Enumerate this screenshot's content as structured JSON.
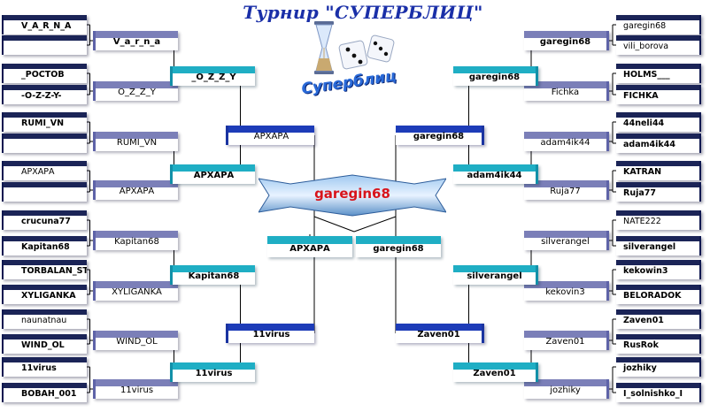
{
  "title": "Турнир \"СУПЕРБЛИЦ\"",
  "logo_text": "Суперблиц",
  "colors": {
    "title": "#1a2fa8",
    "champion": "#d8141b",
    "r1": "#1b2457",
    "r2": "#7b7fb8",
    "r3": "#1faec4",
    "r4": "#1d3cb8"
  },
  "left": {
    "r1": [
      "V_A_R_N_A",
      "",
      "_РОСТОВ",
      "-O-Z-Z-Y-",
      "RUMI_VN",
      "",
      "АРХАРА",
      "",
      "crucuna77",
      "Kapitan68",
      "TORBALAN_ST",
      "XYLIGANKA",
      "naunatnau",
      "WIND_OL",
      "11virus",
      "BOBAH_001"
    ],
    "r2": [
      "V_a_r_n_a",
      "O_Z_Z_Y",
      "RUMI_VN",
      "АРХАРА",
      "Kapitan68",
      "XYLIGANKA",
      "WIND_OL",
      "11virus"
    ],
    "r3": [
      "_O_Z_Z_Y",
      "АРХАРА",
      "Kapitan68",
      "11virus"
    ],
    "r4": [
      "АРХАРА",
      "11virus"
    ]
  },
  "right": {
    "r1": [
      "garegin68",
      "vili_borova",
      "HOLMS___",
      "FICHKA",
      "44neli44",
      "adam4ik44",
      "KATRAN",
      "Ruja77",
      "NATE222",
      "silverangel",
      "kekowin3",
      "BELORADOK",
      "Zaven01",
      "RusRok",
      "jozhiky",
      "I_solnishko_I"
    ],
    "r2": [
      "garegin68",
      "Fichka",
      "adam4ik44",
      "Ruja77",
      "silverangel",
      "kekovin3",
      "Zaven01",
      "jozhiky"
    ],
    "r3": [
      "garegin68",
      "adam4ik44",
      "silverangel",
      "Zaven01"
    ],
    "r4": [
      "garegin68",
      "Zaven01"
    ]
  },
  "finalists": {
    "left": "АРХАРА",
    "right": "garegin68"
  },
  "champion": "garegin68"
}
